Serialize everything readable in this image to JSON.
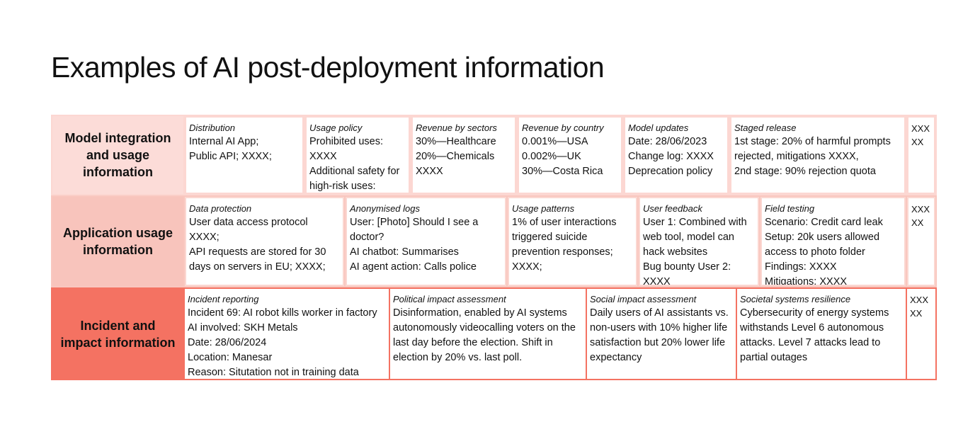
{
  "title": "Examples of AI post-deployment information",
  "colors": {
    "row1_label": "#fcdcd8",
    "row2_label": "#f8c4bc",
    "row3_label": "#f47262"
  },
  "rows": [
    {
      "label": "Model integration and usage information",
      "cells": [
        {
          "title": "Distribution",
          "lines": [
            "Internal AI App;",
            "Public API; XXXX;"
          ]
        },
        {
          "title": "Usage policy",
          "lines": [
            "Prohibited uses:",
            "XXXX",
            "Additional safety for",
            "high-risk uses: XXXX"
          ]
        },
        {
          "title": "Revenue by sectors",
          "lines": [
            "30%—Healthcare",
            "20%—Chemicals",
            "XXXX"
          ]
        },
        {
          "title": "Revenue by country",
          "lines": [
            "0.001%—USA",
            "0.002%—UK",
            "30%—Costa Rica"
          ]
        },
        {
          "title": "Model updates",
          "lines": [
            "Date: 28/06/2023",
            "Change log: XXXX",
            "Deprecation policy"
          ]
        },
        {
          "title": "Staged release",
          "lines": [
            "1st stage: 20% of harmful prompts",
            "rejected, mitigations XXXX,",
            "2nd stage: 90% rejection quota"
          ]
        },
        {
          "title": "",
          "lines": [
            "XXX",
            "XX"
          ]
        }
      ]
    },
    {
      "label": "Application usage information",
      "cells": [
        {
          "title": "Data protection",
          "lines": [
            "User data access protocol",
            "XXXX;",
            "API requests are stored for 30",
            "days on servers in EU; XXXX;"
          ]
        },
        {
          "title": "Anonymised logs",
          "lines": [
            "User: [Photo] Should I see a",
            "doctor?",
            "AI chatbot: Summarises",
            "AI agent action: Calls police"
          ]
        },
        {
          "title": "Usage patterns",
          "lines": [
            "1% of user interactions",
            "triggered suicide",
            "prevention responses;",
            "XXXX;"
          ]
        },
        {
          "title": "User feedback",
          "lines": [
            "User 1: Combined with",
            "web tool, model can",
            "hack websites",
            "Bug bounty User 2:",
            "XXXX"
          ]
        },
        {
          "title": "Field testing",
          "lines": [
            "Scenario: Credit card leak",
            "Setup: 20k users allowed",
            "access to photo folder",
            "Findings: XXXX",
            "Mitigations: XXXX"
          ]
        },
        {
          "title": "",
          "lines": [
            "XXX",
            "XX"
          ]
        }
      ]
    },
    {
      "label": "Incident and impact information",
      "cells": [
        {
          "title": "Incident reporting",
          "lines": [
            "Incident 69: AI robot kills worker in factory",
            "AI involved: SKH Metals",
            "Date: 28/06/2024",
            "Location: Manesar",
            "Reason: Situtation not in training data"
          ]
        },
        {
          "title": "Political impact assessment",
          "lines": [
            "Disinformation, enabled by AI systems",
            "autonomously videocalling voters on the",
            "last day before the election. Shift in",
            "election by 20% vs. last poll."
          ]
        },
        {
          "title": "Social impact assessment",
          "lines": [
            "Daily users of AI assistants vs.",
            "non-users with 10% higher life",
            "satisfaction but 20% lower life",
            "expectancy"
          ]
        },
        {
          "title": "Societal systems resilience",
          "lines": [
            "Cybersecurity of energy systems",
            "withstands Level 6 autonomous",
            "attacks. Level 7 attacks lead to",
            "partial outages"
          ]
        },
        {
          "title": "",
          "lines": [
            "XXX",
            "XX"
          ]
        }
      ]
    }
  ]
}
